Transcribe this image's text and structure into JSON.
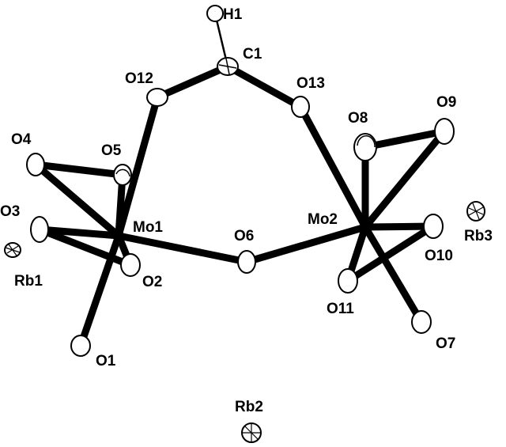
{
  "labels": {
    "H1": "H1",
    "C1": "C1",
    "O12": "O12",
    "O13": "O13",
    "O4": "O4",
    "O5": "O5",
    "O8": "O8",
    "O9": "O9",
    "O3": "O3",
    "Mo1": "Mo1",
    "O6": "O6",
    "Mo2": "Mo2",
    "Rb3": "Rb3",
    "Rb1": "Rb1",
    "O2": "O2",
    "O10": "O10",
    "O11": "O11",
    "O1": "O1",
    "O7": "O7",
    "Rb2": "Rb2"
  },
  "colors": {
    "bond": "#000000",
    "atom_fill": "#ffffff",
    "background": "#ffffff"
  }
}
